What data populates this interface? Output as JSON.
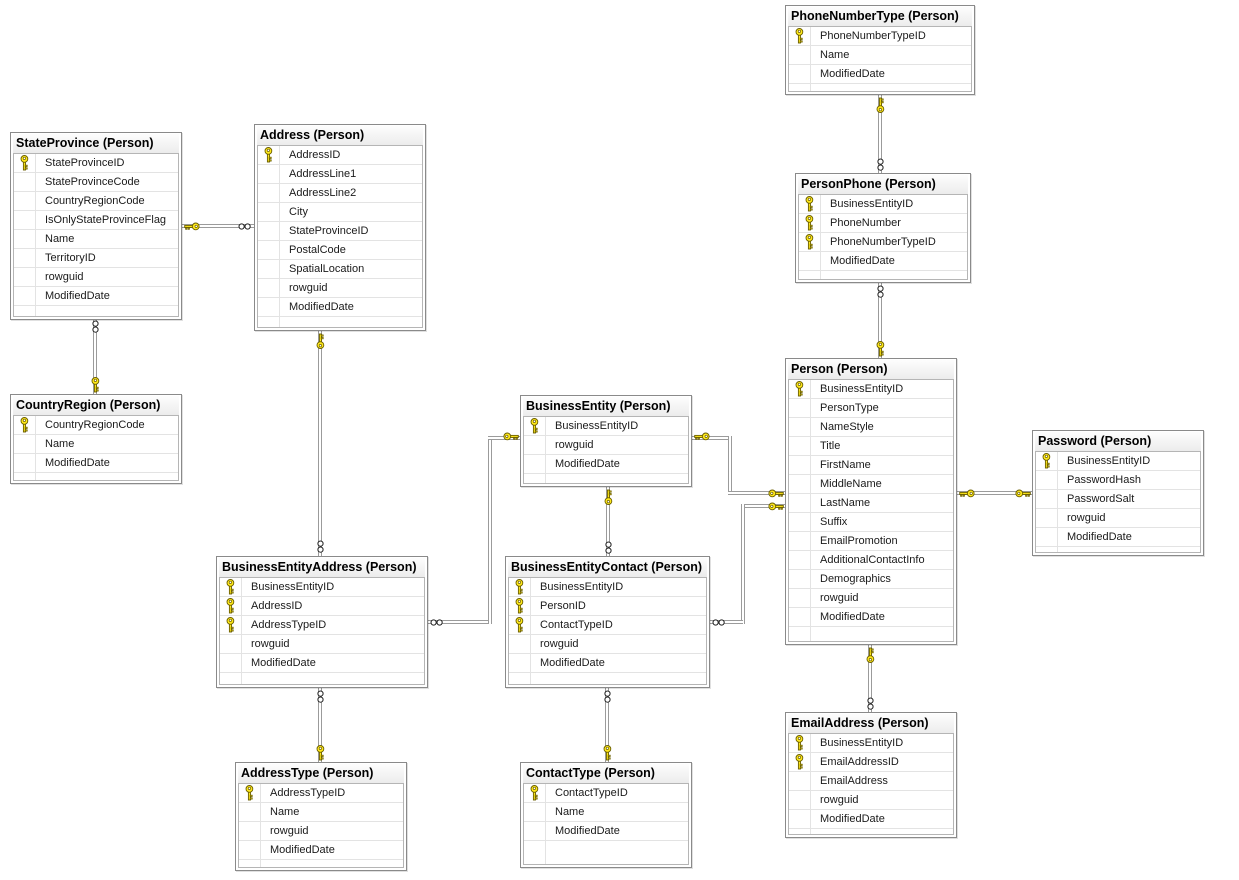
{
  "diagram": {
    "kind": "database-er-diagram",
    "schema": "Person"
  },
  "tables": [
    {
      "title": "StateProvince (Person)",
      "columns": [
        {
          "name": "StateProvinceID",
          "pk": true
        },
        {
          "name": "StateProvinceCode",
          "pk": false
        },
        {
          "name": "CountryRegionCode",
          "pk": false
        },
        {
          "name": "IsOnlyStateProvinceFlag",
          "pk": false
        },
        {
          "name": "Name",
          "pk": false
        },
        {
          "name": "TerritoryID",
          "pk": false
        },
        {
          "name": "rowguid",
          "pk": false
        },
        {
          "name": "ModifiedDate",
          "pk": false
        }
      ]
    },
    {
      "title": "Address (Person)",
      "columns": [
        {
          "name": "AddressID",
          "pk": true
        },
        {
          "name": "AddressLine1",
          "pk": false
        },
        {
          "name": "AddressLine2",
          "pk": false
        },
        {
          "name": "City",
          "pk": false
        },
        {
          "name": "StateProvinceID",
          "pk": false
        },
        {
          "name": "PostalCode",
          "pk": false
        },
        {
          "name": "SpatialLocation",
          "pk": false
        },
        {
          "name": "rowguid",
          "pk": false
        },
        {
          "name": "ModifiedDate",
          "pk": false
        }
      ]
    },
    {
      "title": "PhoneNumberType (Person)",
      "columns": [
        {
          "name": "PhoneNumberTypeID",
          "pk": true
        },
        {
          "name": "Name",
          "pk": false
        },
        {
          "name": "ModifiedDate",
          "pk": false
        }
      ]
    },
    {
      "title": "PersonPhone (Person)",
      "columns": [
        {
          "name": "BusinessEntityID",
          "pk": true
        },
        {
          "name": "PhoneNumber",
          "pk": true
        },
        {
          "name": "PhoneNumberTypeID",
          "pk": true
        },
        {
          "name": "ModifiedDate",
          "pk": false
        }
      ]
    },
    {
      "title": "Person (Person)",
      "columns": [
        {
          "name": "BusinessEntityID",
          "pk": true
        },
        {
          "name": "PersonType",
          "pk": false
        },
        {
          "name": "NameStyle",
          "pk": false
        },
        {
          "name": "Title",
          "pk": false
        },
        {
          "name": "FirstName",
          "pk": false
        },
        {
          "name": "MiddleName",
          "pk": false
        },
        {
          "name": "LastName",
          "pk": false
        },
        {
          "name": "Suffix",
          "pk": false
        },
        {
          "name": "EmailPromotion",
          "pk": false
        },
        {
          "name": "AdditionalContactInfo",
          "pk": false
        },
        {
          "name": "Demographics",
          "pk": false
        },
        {
          "name": "rowguid",
          "pk": false
        },
        {
          "name": "ModifiedDate",
          "pk": false
        }
      ]
    },
    {
      "title": "Password (Person)",
      "columns": [
        {
          "name": "BusinessEntityID",
          "pk": true
        },
        {
          "name": "PasswordHash",
          "pk": false
        },
        {
          "name": "PasswordSalt",
          "pk": false
        },
        {
          "name": "rowguid",
          "pk": false
        },
        {
          "name": "ModifiedDate",
          "pk": false
        }
      ]
    },
    {
      "title": "CountryRegion (Person)",
      "columns": [
        {
          "name": "CountryRegionCode",
          "pk": true
        },
        {
          "name": "Name",
          "pk": false
        },
        {
          "name": "ModifiedDate",
          "pk": false
        }
      ]
    },
    {
      "title": "BusinessEntity (Person)",
      "columns": [
        {
          "name": "BusinessEntityID",
          "pk": true
        },
        {
          "name": "rowguid",
          "pk": false
        },
        {
          "name": "ModifiedDate",
          "pk": false
        }
      ]
    },
    {
      "title": "BusinessEntityAddress (Person)",
      "columns": [
        {
          "name": "BusinessEntityID",
          "pk": true
        },
        {
          "name": "AddressID",
          "pk": true
        },
        {
          "name": "AddressTypeID",
          "pk": true
        },
        {
          "name": "rowguid",
          "pk": false
        },
        {
          "name": "ModifiedDate",
          "pk": false
        }
      ]
    },
    {
      "title": "BusinessEntityContact (Person)",
      "columns": [
        {
          "name": "BusinessEntityID",
          "pk": true
        },
        {
          "name": "PersonID",
          "pk": true
        },
        {
          "name": "ContactTypeID",
          "pk": true
        },
        {
          "name": "rowguid",
          "pk": false
        },
        {
          "name": "ModifiedDate",
          "pk": false
        }
      ]
    },
    {
      "title": "AddressType (Person)",
      "columns": [
        {
          "name": "AddressTypeID",
          "pk": true
        },
        {
          "name": "Name",
          "pk": false
        },
        {
          "name": "rowguid",
          "pk": false
        },
        {
          "name": "ModifiedDate",
          "pk": false
        }
      ]
    },
    {
      "title": "ContactType (Person)",
      "columns": [
        {
          "name": "ContactTypeID",
          "pk": true
        },
        {
          "name": "Name",
          "pk": false
        },
        {
          "name": "ModifiedDate",
          "pk": false
        }
      ]
    },
    {
      "title": "EmailAddress (Person)",
      "columns": [
        {
          "name": "BusinessEntityID",
          "pk": true
        },
        {
          "name": "EmailAddressID",
          "pk": true
        },
        {
          "name": "EmailAddress",
          "pk": false
        },
        {
          "name": "rowguid",
          "pk": false
        },
        {
          "name": "ModifiedDate",
          "pk": false
        }
      ]
    }
  ],
  "relationships": [
    {
      "from": "StateProvince (Person)",
      "from_end": "one",
      "to": "Address (Person)",
      "to_end": "many"
    },
    {
      "from": "CountryRegion (Person)",
      "from_end": "one",
      "to": "StateProvince (Person)",
      "to_end": "many"
    },
    {
      "from": "PhoneNumberType (Person)",
      "from_end": "one",
      "to": "PersonPhone (Person)",
      "to_end": "many"
    },
    {
      "from": "Person (Person)",
      "from_end": "one",
      "to": "PersonPhone (Person)",
      "to_end": "many"
    },
    {
      "from": "Address (Person)",
      "from_end": "one",
      "to": "BusinessEntityAddress (Person)",
      "to_end": "many"
    },
    {
      "from": "AddressType (Person)",
      "from_end": "one",
      "to": "BusinessEntityAddress (Person)",
      "to_end": "many"
    },
    {
      "from": "BusinessEntity (Person)",
      "from_end": "one",
      "to": "BusinessEntityAddress (Person)",
      "to_end": "many"
    },
    {
      "from": "BusinessEntity (Person)",
      "from_end": "one",
      "to": "BusinessEntityContact (Person)",
      "to_end": "many"
    },
    {
      "from": "ContactType (Person)",
      "from_end": "one",
      "to": "BusinessEntityContact (Person)",
      "to_end": "many"
    },
    {
      "from": "Person (Person)",
      "from_end": "one",
      "to": "BusinessEntityContact (Person)",
      "to_end": "many"
    },
    {
      "from": "BusinessEntity (Person)",
      "from_end": "one",
      "to": "Person (Person)",
      "to_end": "one"
    },
    {
      "from": "Person (Person)",
      "from_end": "one",
      "to": "Password (Person)",
      "to_end": "one"
    },
    {
      "from": "Person (Person)",
      "from_end": "one",
      "to": "EmailAddress (Person)",
      "to_end": "many"
    }
  ],
  "icons": {
    "primary_key": "key-icon",
    "one_endpoint": "key-icon",
    "many_endpoint": "infinity-icon"
  },
  "colors": {
    "key_fill": "#FFE81A",
    "key_outline": "#6B5F00",
    "connector_line": "#9B9B9B",
    "table_border": "#8A8A8A",
    "header_bg": "#ECECEC",
    "row_separator": "#E3E3E3",
    "text": "#1A1A1A",
    "canvas_bg": "#FFFFFF"
  }
}
